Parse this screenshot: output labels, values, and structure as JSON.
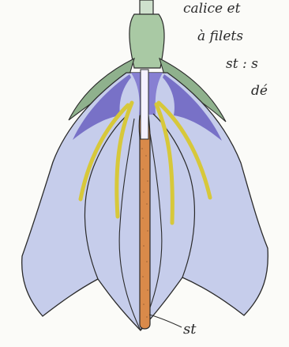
{
  "notes": {
    "line1": "calice et",
    "line2": "à filets",
    "line3": "st : s",
    "line4": "dé"
  },
  "labels": {
    "style": "st"
  },
  "colors": {
    "background": "#fbfbf8",
    "sepal_green": "#a9c9a4",
    "petal_blue": "#bfc6ea",
    "petal_violet": "#6f67c3",
    "stamen_yellow": "#d7c83a",
    "style_orange": "#d98a4a",
    "ink": "#2a2a2a"
  }
}
